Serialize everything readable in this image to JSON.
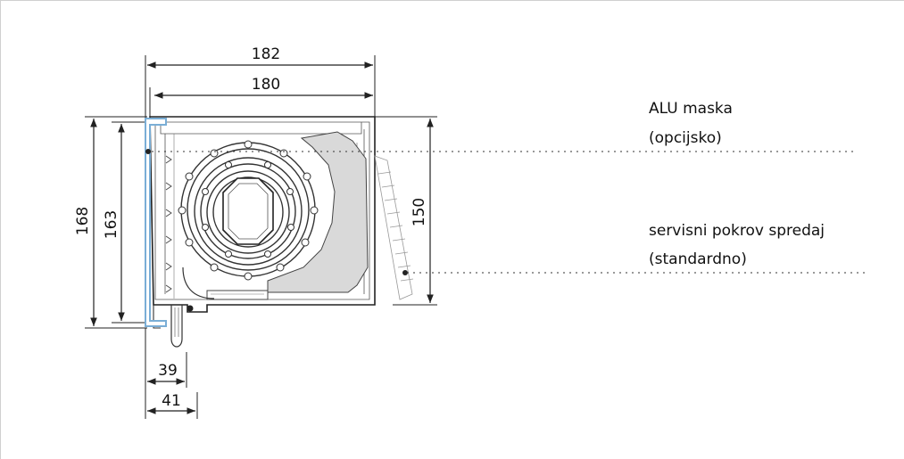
{
  "dimensions": {
    "top_outer": "182",
    "top_inner": "180",
    "left_outer": "168",
    "left_inner": "163",
    "right_height": "150",
    "bottom_inner": "39",
    "bottom_outer": "41"
  },
  "labels": {
    "alu_mask_line1": "ALU maska",
    "alu_mask_line2": "(opcijsko)",
    "service_cover_line1": "servisni pokrov spredaj",
    "service_cover_line2": "(standardno)"
  },
  "colors": {
    "profile_fill": "#d9d9d9",
    "alu_mask_blue": "#7aaed6",
    "line": "#222222"
  }
}
